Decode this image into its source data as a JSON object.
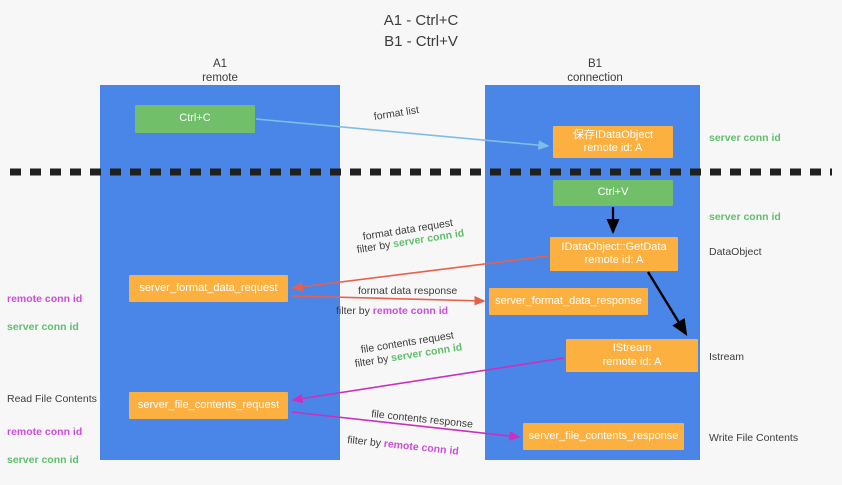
{
  "diagram": {
    "title": "A1 - Ctrl+C\nB1 - Ctrl+V",
    "lanes": [
      {
        "id": "a1",
        "label": "A1\nremote"
      },
      {
        "id": "b1",
        "label": "B1\nconnection"
      }
    ],
    "nodes": [
      {
        "id": "ctrl-c",
        "label": "Ctrl+C",
        "color": "#72bf6a"
      },
      {
        "id": "save-idataobject",
        "label": "保存IDataObject\nremote id: A",
        "color": "#fbb040"
      },
      {
        "id": "ctrl-v",
        "label": "Ctrl+V",
        "color": "#72bf6a"
      },
      {
        "id": "idataobject-getdata",
        "label": "IDataObject::GetData\nremote id: A",
        "color": "#fbb040"
      },
      {
        "id": "server-format-data-request",
        "label": "server_format_data_request",
        "color": "#fbb040"
      },
      {
        "id": "server-format-data-response",
        "label": "server_format_data_response",
        "color": "#fbb040"
      },
      {
        "id": "istream",
        "label": "IStream\nremote id: A",
        "color": "#fbb040"
      },
      {
        "id": "server-file-contents-request",
        "label": "server_file_contents_request",
        "color": "#fbb040"
      },
      {
        "id": "server-file-contents-response",
        "label": "server_file_contents_response",
        "color": "#fbb040"
      }
    ],
    "edge_labels": {
      "format_list": "format list",
      "format_data_request": "format data request",
      "format_data_request_filter_prefix": "filter by ",
      "format_data_request_filter_value": "server conn id",
      "format_data_response": "format data response",
      "format_data_response_filter_prefix": "filter by ",
      "format_data_response_filter_value": "remote conn id",
      "file_contents_request": "file contents request",
      "file_contents_request_filter_prefix": "filter by ",
      "file_contents_request_filter_value": "server conn id",
      "file_contents_response": "file contents response",
      "file_contents_response_filter_prefix": "filter by ",
      "file_contents_response_filter_value": "remote conn id"
    },
    "side_labels": {
      "right_server_conn_id_top": "server conn id",
      "right_server_conn_id_mid": "server conn id",
      "right_dataobject": "DataObject",
      "right_istream": "Istream",
      "right_write_file_contents": "Write File Contents",
      "left_remote_conn_id_1": "remote conn id",
      "left_server_conn_id_1": "server conn id",
      "left_read_file_contents": "Read File Contents",
      "left_remote_conn_id_2": "remote conn id",
      "left_server_conn_id_2": "server conn id"
    },
    "colors": {
      "lane": "#4a86e8",
      "green_node": "#72bf6a",
      "orange_node": "#fbb040",
      "server_conn_id": "#5fbf6b",
      "remote_conn_id": "#cc4ddb",
      "arrow_light_blue": "#7fbde8",
      "arrow_red": "#e8604c",
      "arrow_magenta": "#cc2fbd",
      "arrow_black": "#000000",
      "background": "#f7f7f7"
    }
  }
}
